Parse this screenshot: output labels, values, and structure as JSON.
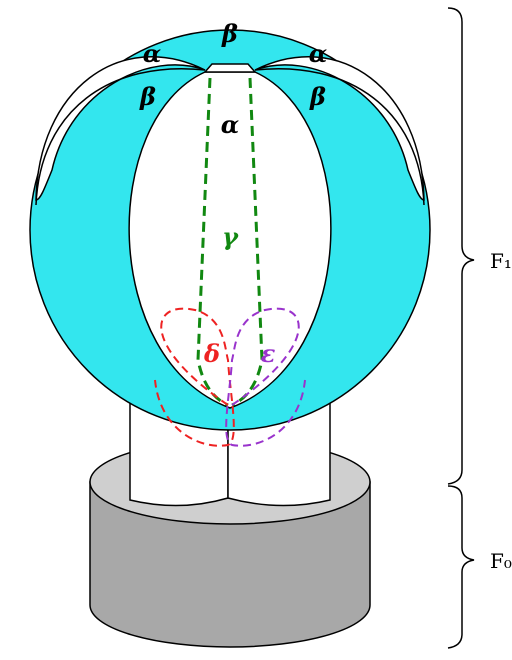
{
  "labels": {
    "alpha": "α",
    "beta": "β",
    "gamma": "γ",
    "delta": "δ",
    "epsilon": "ε",
    "f1": "F₁",
    "f0": "F₀"
  },
  "colors": {
    "cyan": "#33e6ee",
    "cap_band": "#a8a8a8",
    "base_top": "#cfcfcf",
    "stroke": "#000000",
    "gamma": "#118811",
    "delta": "#ee2222",
    "epsilon": "#9933cc"
  }
}
